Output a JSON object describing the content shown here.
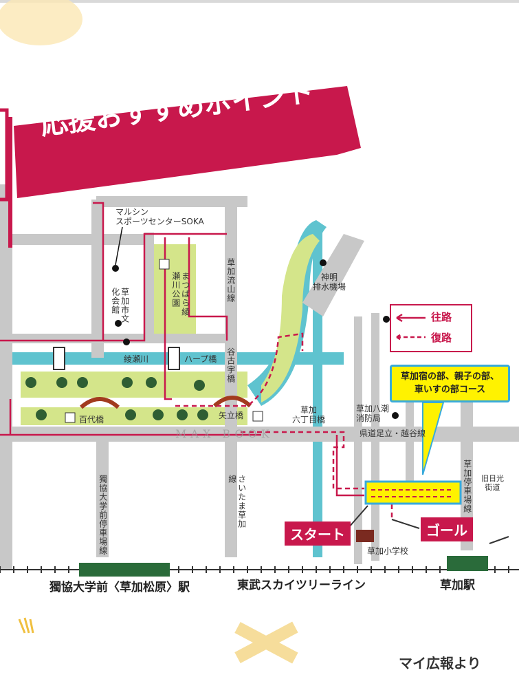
{
  "banner": {
    "title": "応援おすすめポイント"
  },
  "places": {
    "marushin": "マルシン\nスポーツセンターSOKA",
    "bunka": "草加市文化会館",
    "matsubara": "まつばら綾瀬川公園",
    "nagareyama": "草加流山線",
    "shinmei": "神明\n排水機場",
    "ayasegawa": "綾瀬川",
    "harp_bridge": "ハープ橋",
    "yatsu_bridge": "谷古宇橋",
    "hyakudai_bridge": "百代橋",
    "yatate_bridge": "矢立橋",
    "rokuchome_bridge": "草加\n六丁目橋",
    "fire_station": "草加八潮\n消防局",
    "prefectural_road": "県道足立・越谷線",
    "dokkyo_road": "獨協大学前停車場線",
    "saitama_road": "さいたま草加線",
    "soka_station_road": "草加停車場線",
    "kyu_nikko": "旧日光\n街道",
    "school": "草加小学校"
  },
  "legend": {
    "outbound": "往路",
    "return": "復路"
  },
  "course_callout": "草加宿の部、親子の部、\n車いすの部コース",
  "markers": {
    "start": "スタート",
    "goal": "ゴール"
  },
  "rail": {
    "dokkyo_station": "獨協大学前〈草加松原〉駅",
    "line_name": "東武スカイツリーライン",
    "soka_station": "草加駅"
  },
  "watermark": "MAX BOOK",
  "credit": "マイ広報より",
  "colors": {
    "route": "#c8184c",
    "road": "#c8c8c8",
    "river": "#5fc3cf",
    "park": "#d4e58a",
    "callout": "#fff200",
    "rail_station": "#2a6b3a"
  }
}
